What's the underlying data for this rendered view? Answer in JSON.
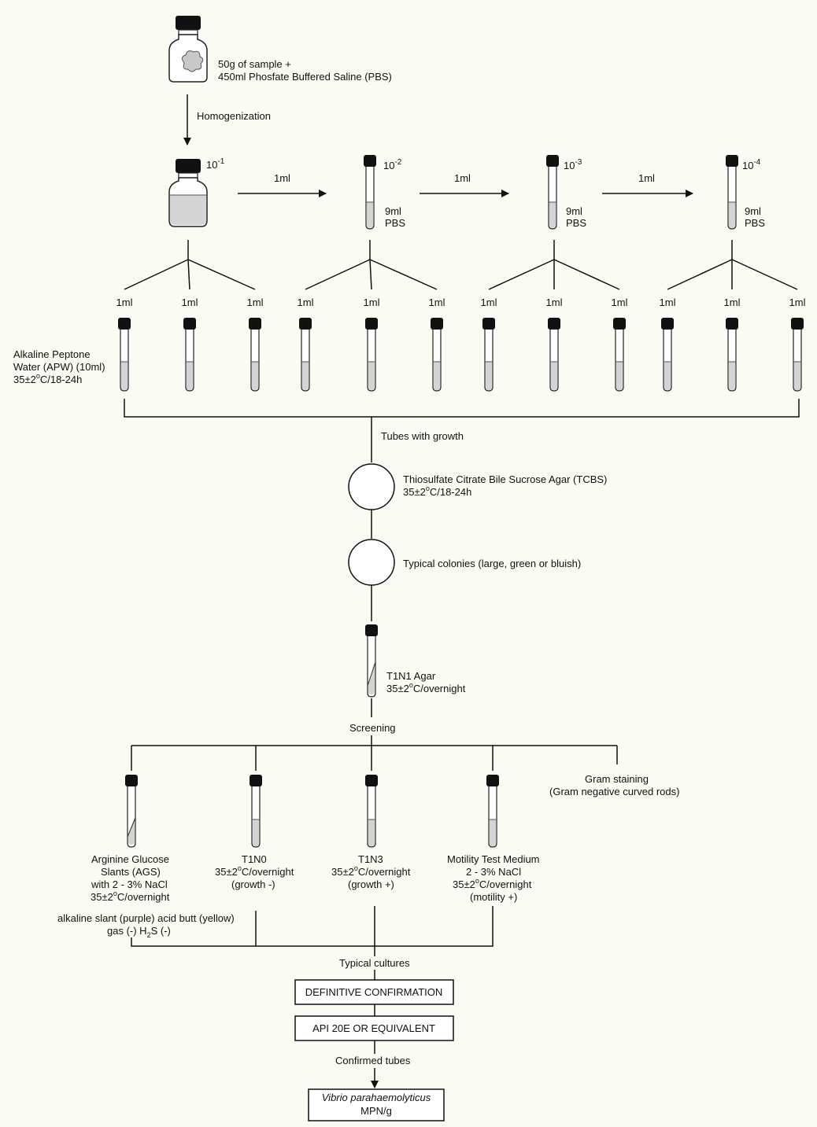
{
  "sample": {
    "line1": "50g of sample +",
    "line2": "450ml Phosfate Buffered Saline (PBS)"
  },
  "homogenization": "Homogenization",
  "dilutions": [
    {
      "base": "10",
      "exp": "-1"
    },
    {
      "base": "10",
      "exp": "-2",
      "vol": "9ml",
      "medium": "PBS"
    },
    {
      "base": "10",
      "exp": "-3",
      "vol": "9ml",
      "medium": "PBS"
    },
    {
      "base": "10",
      "exp": "-4",
      "vol": "9ml",
      "medium": "PBS"
    }
  ],
  "transfer_label": "1ml",
  "apw": {
    "line1": "Alkaline Peptone",
    "line2": "Water (APW) (10ml)",
    "line3_pre": "35±2",
    "line3_sup": "o",
    "line3_post": "C/18-24h"
  },
  "tubes_with_growth": "Tubes with growth",
  "tcbs": {
    "line1": "Thiosulfate Citrate Bile Sucrose Agar (TCBS)",
    "line2_pre": "35±2",
    "line2_sup": "o",
    "line2_post": "C/18-24h"
  },
  "typical_colonies": "Typical colonies (large, green or bluish)",
  "t1n1": {
    "line1": "T1N1 Agar",
    "line2_pre": "35±2",
    "line2_sup": "o",
    "line2_post": "C/overnight"
  },
  "screening": "Screening",
  "gram": {
    "line1": "Gram staining",
    "line2": "(Gram negative curved rods)"
  },
  "ags": {
    "line1": "Arginine Glucose",
    "line2": "Slants (AGS)",
    "line3": "with 2 - 3% NaCl",
    "line4_pre": "35±2",
    "line4_sup": "o",
    "line4_post": "C/overnight"
  },
  "t1n0": {
    "line1": "T1N0",
    "line2_pre": "35±2",
    "line2_sup": "o",
    "line2_post": "C/overnight",
    "line3": "(growth -)"
  },
  "t1n3": {
    "line1": "T1N3",
    "line2_pre": "35±2",
    "line2_sup": "o",
    "line2_post": "C/overnight",
    "line3": "(growth +)"
  },
  "motility": {
    "line1": "Motility Test Medium",
    "line2": "2 - 3% NaCl",
    "line3_pre": "35±2",
    "line3_sup": "o",
    "line3_post": "C/overnight",
    "line4": "(motility +)"
  },
  "ags_result": {
    "line1": "alkaline slant (purple) acid butt (yellow)",
    "line2_pre": "gas (-) H",
    "line2_sub": "2",
    "line2_post": "S (-)"
  },
  "typical_cultures": "Typical cultures",
  "definitive": "DEFINITIVE CONFIRMATION",
  "api": "API 20E OR EQUIVALENT",
  "confirmed_tubes": "Confirmed tubes",
  "result": {
    "line1": "Vibrio parahaemolyticus",
    "line2": "MPN/g"
  }
}
